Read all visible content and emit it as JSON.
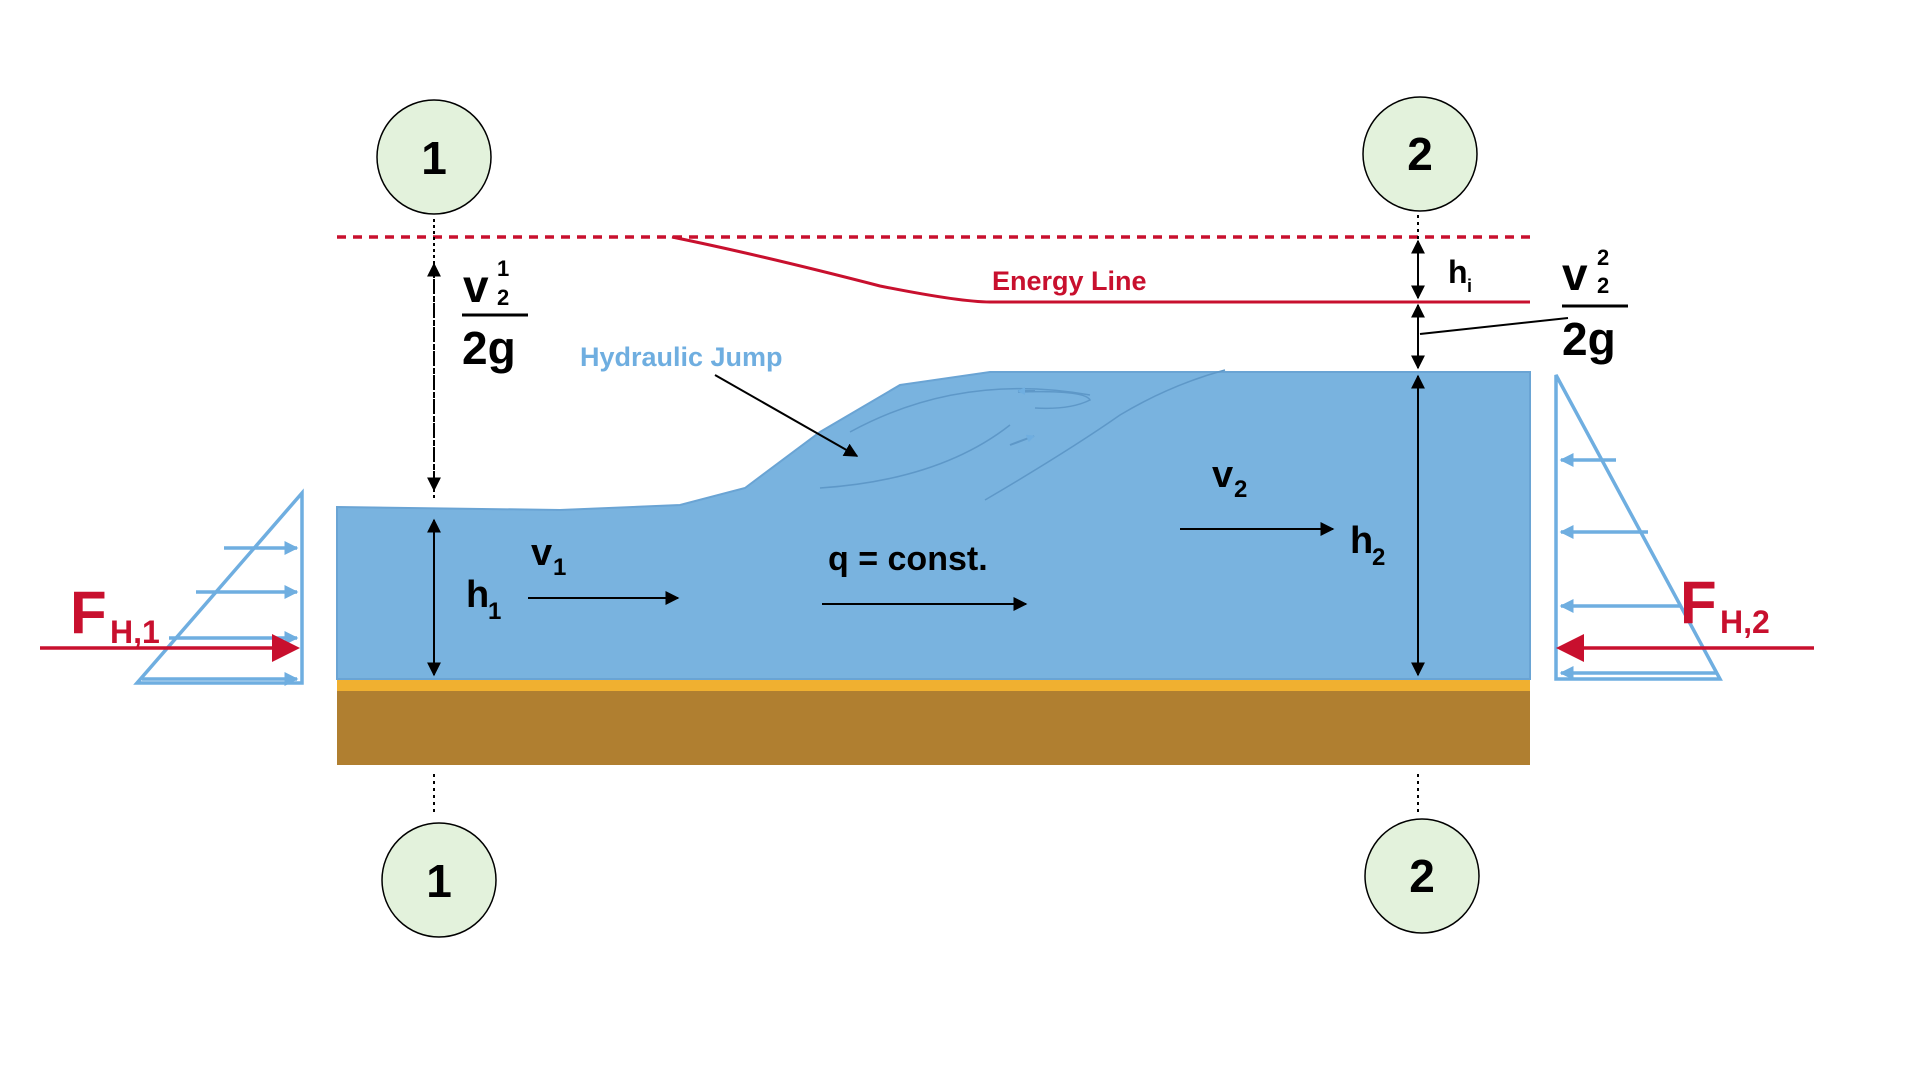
{
  "sections": {
    "top_left": "1",
    "top_right": "2",
    "bottom_left": "1",
    "bottom_right": "2"
  },
  "labels": {
    "energy_line": "Energy Line",
    "hydraulic_jump": "Hydraulic Jump",
    "flow": "q = const.",
    "v1": "v",
    "v1_sub": "1",
    "v2": "v",
    "v2_sub": "2",
    "h1": "h",
    "h1_sub": "1",
    "h2": "h",
    "h2_sub": "2",
    "hi": "h",
    "hi_sub": "i",
    "head1_num": "v",
    "head1_sup": "1",
    "head1_sub": "2",
    "head1_den": "2g",
    "head2_num": "v",
    "head2_sup": "2",
    "head2_sub": "2",
    "head2_den": "2g",
    "f1": "F",
    "f1_sub": "H,1",
    "f2": "F",
    "f2_sub": "H,2"
  },
  "colors": {
    "water": "#79b3df",
    "pressure": "#6faee0",
    "energy": "#c8102e",
    "bed_top": "#f0b030",
    "bed": "#b07f30",
    "section_fill": "#e3f2dc",
    "ink": "#000000"
  }
}
